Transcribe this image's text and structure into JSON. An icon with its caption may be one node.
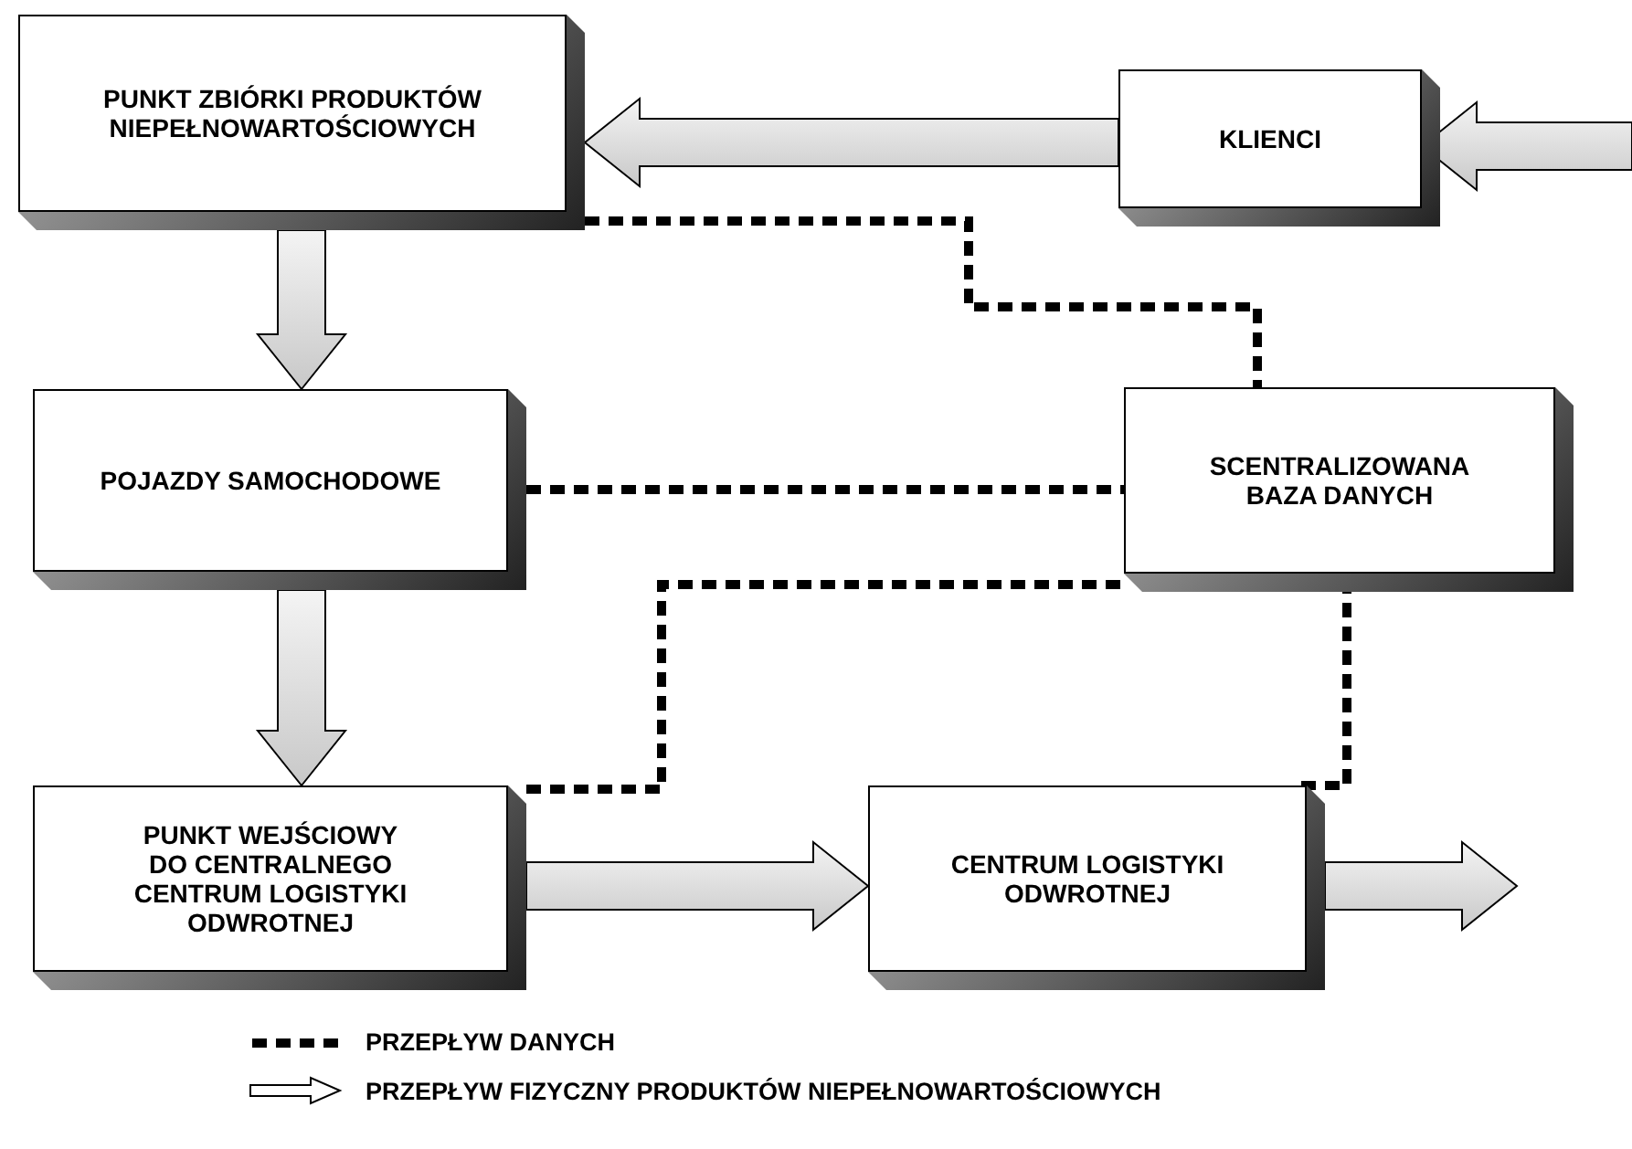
{
  "diagram": {
    "nodes": [
      {
        "text": [
          "PUNKT ZBIÓRKI PRODUKTÓW NIEPEŁNOWARTOŚCIOWYCH"
        ]
      },
      {
        "text": [
          "KLIENCI"
        ]
      },
      {
        "text": [
          "POJAZDY SAMOCHODOWE"
        ]
      },
      {
        "text": [
          "SCENTRALIZOWANA BAZA DANYCH"
        ]
      },
      {
        "text": [
          "PUNKT WEJŚCIOWY DO CENTRALNEGO CENTRUM LOGISTYKI ODWROTNEJ"
        ]
      },
      {
        "text": [
          "CENTRUM LOGISTYKI ODWROTNEJ"
        ]
      }
    ],
    "edges": [
      {
        "from": null,
        "to": 1,
        "arrow": "to"
      },
      {
        "from": 1,
        "to": 0,
        "arrow": "to"
      },
      {
        "from": 0,
        "to": 2,
        "arrow": "to"
      },
      {
        "from": 2,
        "to": 4,
        "arrow": "to"
      },
      {
        "from": 4,
        "to": 5,
        "arrow": "to"
      },
      {
        "from": 5,
        "to": null,
        "arrow": "to"
      },
      {
        "from": 0,
        "to": 3,
        "arrow": "none",
        "style": "dashed"
      },
      {
        "from": 2,
        "to": 3,
        "arrow": "none",
        "style": "dashed"
      },
      {
        "from": 4,
        "to": 3,
        "arrow": "none",
        "style": "dashed"
      },
      {
        "from": 5,
        "to": 3,
        "arrow": "none",
        "style": "dashed"
      }
    ],
    "legend": [
      {
        "text": "PRZEPŁYW DANYCH"
      },
      {
        "text": "PRZEPŁYW FIZYCZNY PRODUKTÓW NIEPEŁNOWARTOŚCIOWYCH"
      }
    ]
  }
}
